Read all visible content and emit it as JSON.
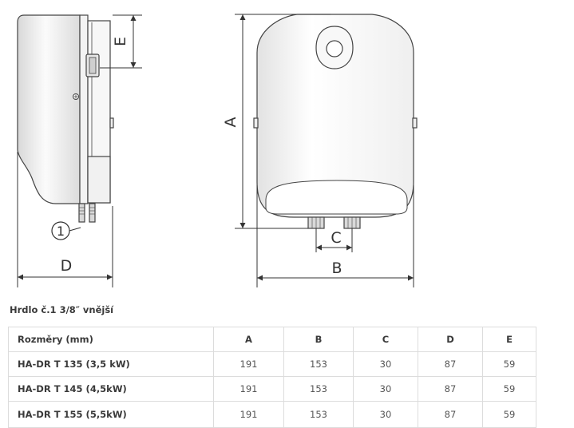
{
  "drawing": {
    "callout_number": "1",
    "dimension_labels": {
      "A": "A",
      "B": "B",
      "C": "C",
      "D": "D",
      "E": "E"
    }
  },
  "caption": "Hrdlo č.1 3/8″ vnější",
  "table": {
    "headers": [
      "Rozměry (mm)",
      "A",
      "B",
      "C",
      "D",
      "E"
    ],
    "rows": [
      {
        "model": "HA-DR T 135 (3,5 kW)",
        "values": [
          "191",
          "153",
          "30",
          "87",
          "59"
        ]
      },
      {
        "model": "HA-DR T 145 (4,5kW)",
        "values": [
          "191",
          "153",
          "30",
          "87",
          "59"
        ]
      },
      {
        "model": "HA-DR T 155 (5,5kW)",
        "values": [
          "191",
          "153",
          "30",
          "87",
          "59"
        ]
      }
    ]
  }
}
